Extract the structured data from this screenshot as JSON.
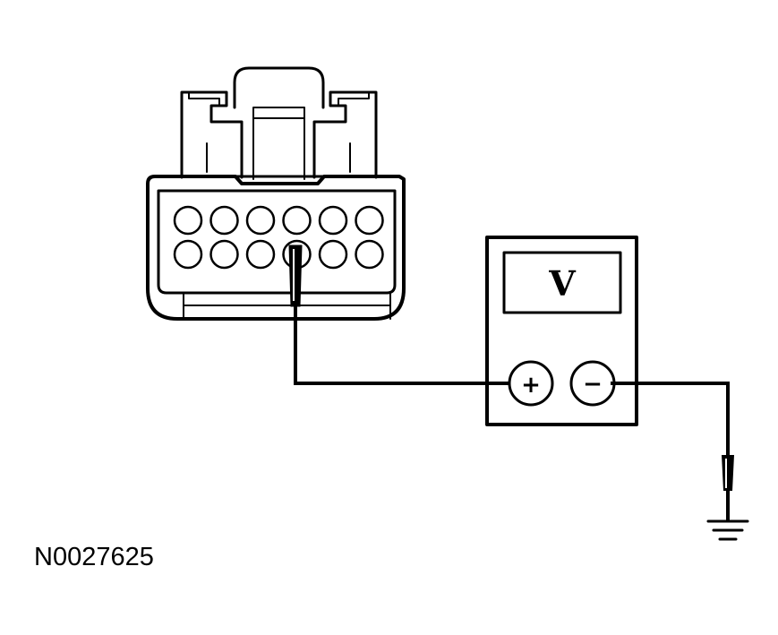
{
  "figure": {
    "id": "N0027625"
  },
  "multimeter": {
    "display_unit": "V",
    "positive_terminal": "+",
    "negative_terminal": "−"
  },
  "connector": {
    "cavity_rows": 2,
    "cavities_per_row": 6,
    "probed_cavity": {
      "row": 2,
      "column": 4
    }
  }
}
